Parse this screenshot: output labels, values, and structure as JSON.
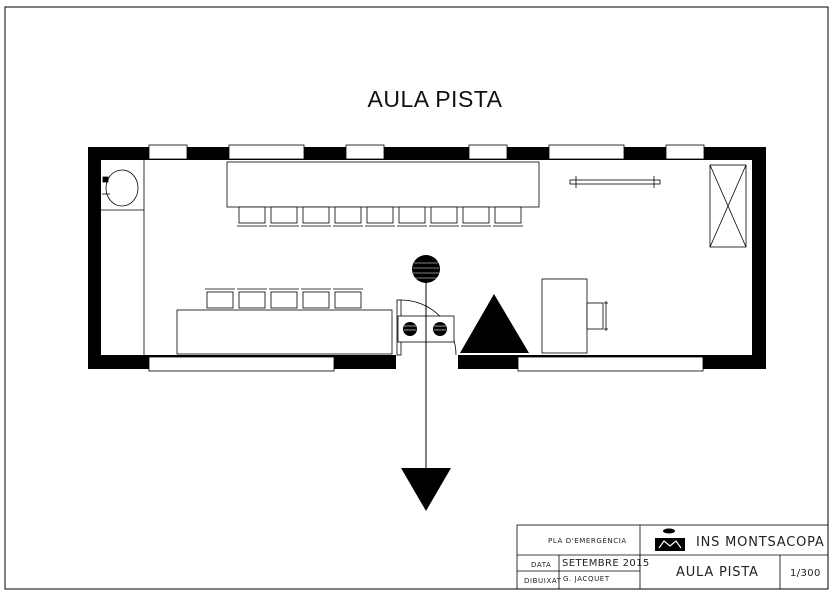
{
  "drawing": {
    "title": "AULA PISTA"
  },
  "title_block": {
    "plan_label": "PLA D'EMERGÈNCIA",
    "school_name": "INS MONTSACOPA",
    "date_label": "DATA",
    "date_value": "SETEMBRE 2015",
    "drawn_label": "DIBUIXAT",
    "drawn_value": "G. JACQUET",
    "room_name": "AULA PISTA",
    "scale": "1/300"
  },
  "symbols": {
    "extinguisher": "extinguisher-icon",
    "emergency_point": "triangle-icon",
    "exit_arrow": "arrow-down-icon",
    "sink": "sink-icon",
    "logo": "school-logo-icon"
  },
  "colors": {
    "ink": "#000000",
    "paper": "#ffffff"
  }
}
